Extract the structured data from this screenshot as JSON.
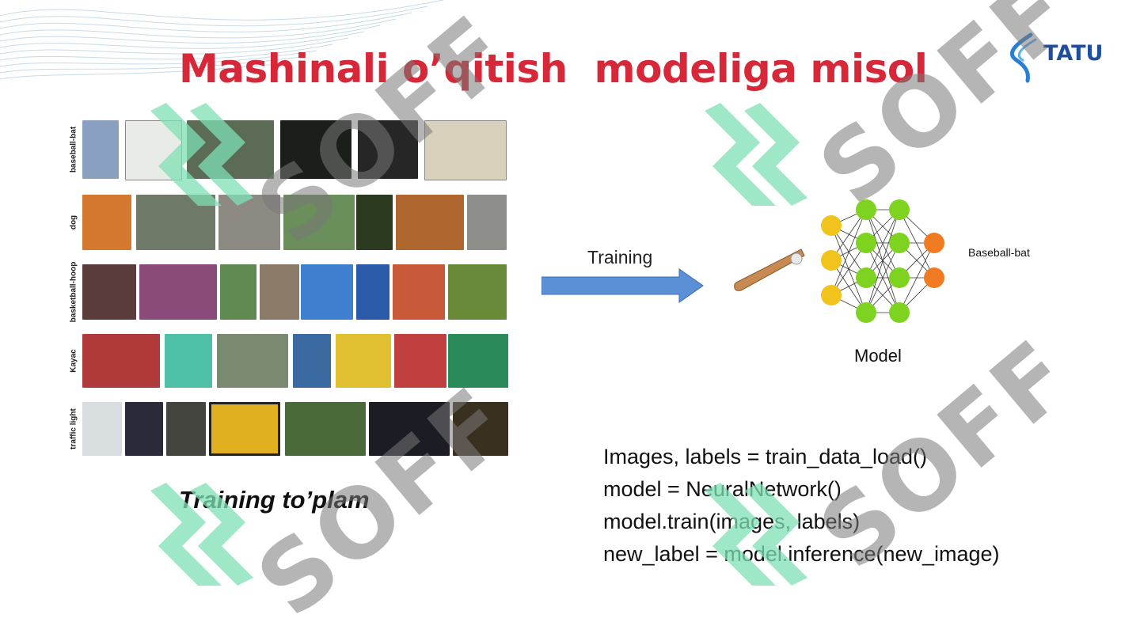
{
  "slide": {
    "title": "Mashinali o’qitish  modeliga misol",
    "logo_text": "TATU",
    "caption": "Training to’plam",
    "arrow_label": "Training",
    "output_label": "Baseball-bat",
    "model_label": "Model",
    "code_lines": [
      "Images, labels = train_data_load()",
      "model = NeuralNetwork()",
      "model.train(images, labels)",
      "new_label = model.inference(new_image)"
    ],
    "watermark_text": "SOFF"
  },
  "dataset_rows": [
    {
      "label": "baseball-bat",
      "colors": [
        "#8aa0c0",
        "#e9ece6",
        "#5c6b55",
        "#1a1f1a",
        "#262626",
        "#d8d2bd"
      ]
    },
    {
      "label": "dog",
      "colors": [
        "#d4772f",
        "#6f7a68",
        "#8c8a82",
        "#6a8f5a",
        "#2c3a20",
        "#b0662f",
        "#8e8e8a"
      ]
    },
    {
      "label": "basketball-hoop",
      "colors": [
        "#5a3c3a",
        "#8a4a7a",
        "#5f8a52",
        "#8a7a68",
        "#3f7fd0",
        "#2a5aa8",
        "#c85a3a",
        "#6a8a3a"
      ]
    },
    {
      "label": "Kayac",
      "colors": [
        "#b03a3a",
        "#4fc0a8",
        "#7a8a70",
        "#3a6aa0",
        "#e0c030",
        "#c04040",
        "#2a8a5a"
      ]
    },
    {
      "label": "traffic light",
      "colors": [
        "#d8dde0",
        "#2a2a3a",
        "#454540",
        "#e0b020",
        "#4a6a3a",
        "#1c1c24",
        "#3a3020"
      ]
    }
  ],
  "colors": {
    "title": "#d62839",
    "arrow": "#5b8fd6",
    "input_node": "#f2c31c",
    "hidden_node": "#7ed321",
    "output_node": "#f07b22",
    "logo": "#1f4e9c",
    "watermark_green": "#7ee0b4"
  }
}
